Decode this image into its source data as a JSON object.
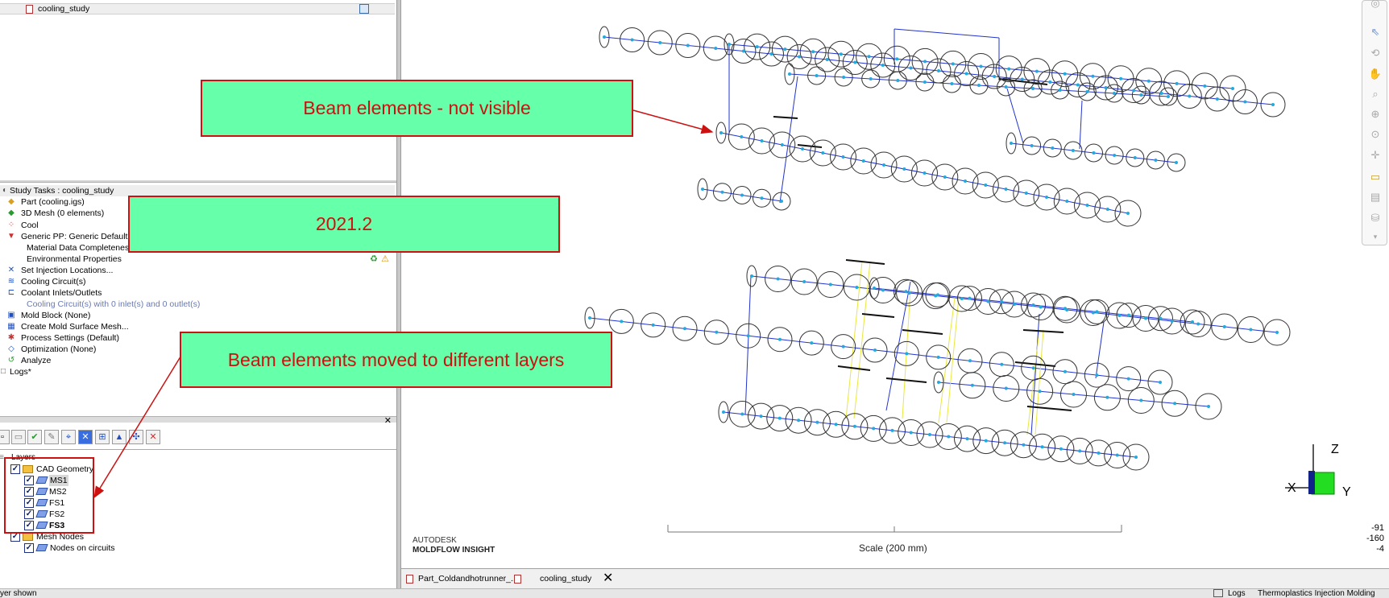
{
  "project_tree": {
    "items": [
      {
        "label": "cooling_study",
        "icon": "study-icon",
        "selected": true
      }
    ]
  },
  "study_tasks": {
    "header": "Study Tasks : cooling_study",
    "items": [
      {
        "label": "Part (cooling.igs)",
        "icon": "part-icon"
      },
      {
        "label": "3D Mesh (0 elements)",
        "icon": "mesh-icon"
      },
      {
        "label": "Cool",
        "icon": "cool-icon"
      },
      {
        "label": "Generic PP: Generic Default",
        "icon": "material-icon"
      },
      {
        "label": "Material Data Completeness",
        "icon": ""
      },
      {
        "label": "Environmental Properties",
        "icon": ""
      },
      {
        "label": "Set Injection Locations...",
        "icon": "injection-icon"
      },
      {
        "label": "Cooling Circuit(s)",
        "icon": "cooling-circuit-icon"
      },
      {
        "label": "Coolant Inlets/Outlets",
        "icon": "coolant-icon"
      },
      {
        "label": "Cooling Circuit(s) with 0 inlet(s) and 0 outlet(s)",
        "icon": ""
      },
      {
        "label": "Mold Block (None)",
        "icon": "mold-block-icon"
      },
      {
        "label": "Create Mold Surface Mesh...",
        "icon": "surface-mesh-icon"
      },
      {
        "label": "Process Settings (Default)",
        "icon": "process-icon"
      },
      {
        "label": "Optimization (None)",
        "icon": "optimization-icon"
      },
      {
        "label": "Analyze",
        "icon": "analyze-icon"
      },
      {
        "label": "Logs*",
        "icon": "logs-icon"
      }
    ]
  },
  "layers": {
    "root": "Layers",
    "groups": [
      {
        "label": "CAD Geometry",
        "children": [
          "MS1",
          "MS2",
          "FS1",
          "FS2",
          "FS3"
        ]
      },
      {
        "label": "Mesh Nodes",
        "children": [
          "Nodes on circuits"
        ]
      }
    ]
  },
  "viewport": {
    "brand_line1": "AUTODESK",
    "brand_line2": "MOLDFLOW INSIGHT",
    "scale_label": "Scale (200 mm)",
    "axis_z": "Z",
    "axis_x": "X",
    "axis_y": "Y",
    "coords": [
      "-91",
      "-160",
      "-4"
    ]
  },
  "bottom_tabs": [
    "Part_Coldandhotrunner_...",
    "cooling_study"
  ],
  "status_bar": {
    "left": "yer shown",
    "right_logs": "Logs",
    "right_product": "Thermoplastics Injection Molding"
  },
  "annotations": {
    "callout_1": "Beam elements - not visible",
    "callout_2": "2021.2",
    "callout_3": "Beam elements moved to different layers"
  },
  "colors": {
    "callout_fill": "#66ffaa",
    "callout_border": "#cc1111",
    "beam_line": "#2233cc",
    "node_dot": "#22aadd"
  }
}
